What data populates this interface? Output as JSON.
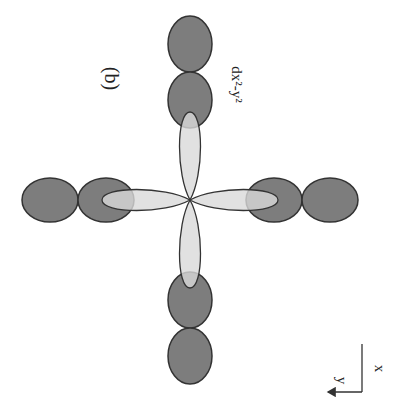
{
  "diagram": {
    "labels": [
      "(b)",
      "dx²-y²",
      "y",
      "x"
    ]
  }
}
